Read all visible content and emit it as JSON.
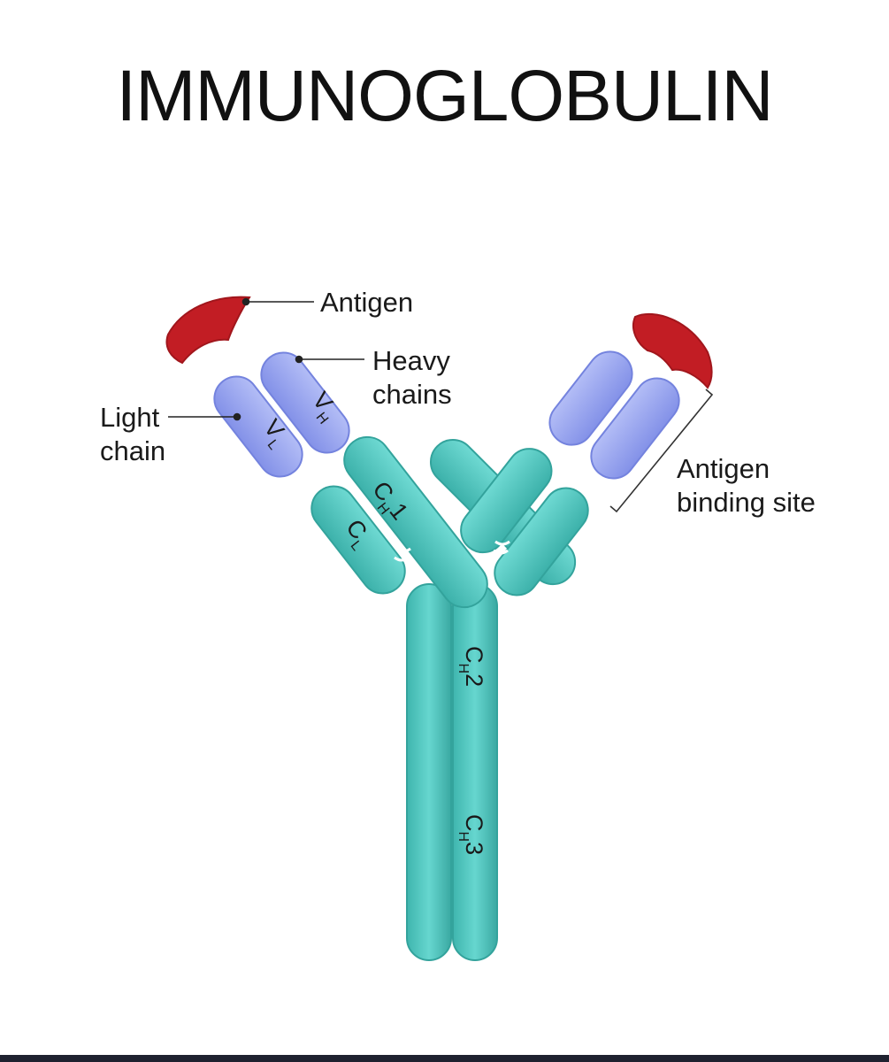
{
  "title": "IMMUNOGLOBULIN",
  "labels": {
    "antigen": "Antigen",
    "heavy_chains": [
      "Heavy",
      "chains"
    ],
    "light_chain": [
      "Light",
      "chain"
    ],
    "antigen_binding_site": [
      "Antigen",
      "binding site"
    ]
  },
  "segments": {
    "vh": {
      "main": "V",
      "sub": "H"
    },
    "vl": {
      "main": "V",
      "sub": "L"
    },
    "ch1": {
      "main": "C",
      "sub": "H",
      "num": "1"
    },
    "cl": {
      "main": "C",
      "sub": "L"
    },
    "ch2": {
      "main": "C",
      "sub": "H",
      "num": "2"
    },
    "ch3": {
      "main": "C",
      "sub": "H",
      "num": "3"
    }
  },
  "colors": {
    "constant_region": "#5ccfc8",
    "variable_region": "#9aa6f0",
    "antigen": "#c21d24",
    "text": "#1a1a1a"
  }
}
